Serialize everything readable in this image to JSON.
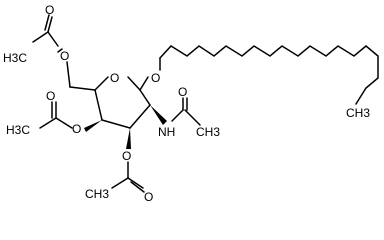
{
  "molecule": {
    "atoms": {
      "ring_oxygen": "O",
      "glycosidic_oxygen": "O",
      "amide_nitrogen": "NH",
      "ch3_c6_acetate": "H3C",
      "ch3_c4_acetate": "H3C",
      "ch3_c3_acetate": "CH3",
      "ch3_acetamide": "CH3",
      "ch3_chain_end": "CH3",
      "o_c6_ester": "O",
      "o_c6_carbonyl": "O",
      "o_c4_ester": "O",
      "o_c4_carbonyl": "O",
      "o_c3_ester": "O",
      "o_c3_carbonyl": "O",
      "o_acetamide_carbonyl": "O"
    },
    "colors": {
      "bond": "#000000",
      "text": "#000000",
      "background": "#ffffff"
    }
  }
}
